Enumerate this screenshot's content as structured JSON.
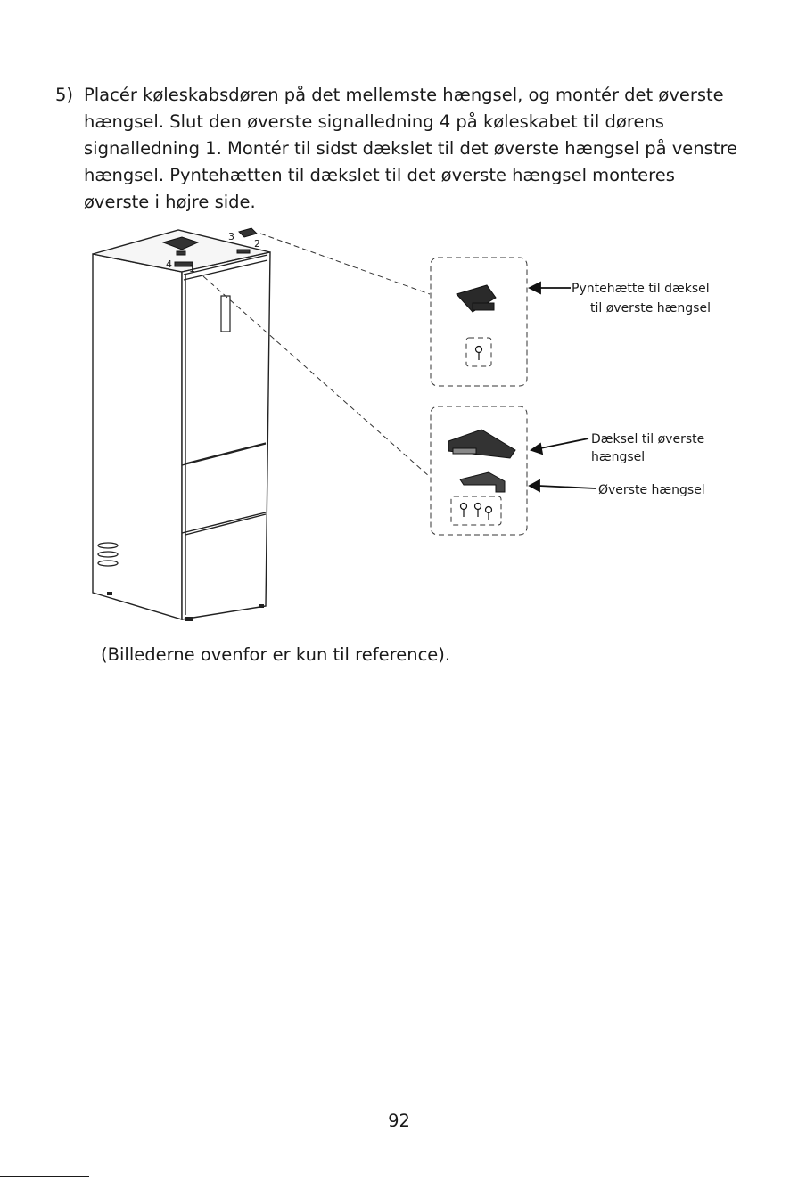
{
  "step": {
    "number": "5)",
    "lines": [
      "Placér køleskabsdøren på det mellemste hængsel, og montér det øverste",
      "hængsel. Slut den øverste signalledning 4 på køleskabet til dørens",
      "signalledning 1. Montér til sidst dækslet til det øverste hængsel på venstre",
      "hængsel. Pyntehætten til dækslet til det øverste hængsel monteres",
      "øverste i højre side."
    ]
  },
  "figure": {
    "callouts": {
      "num3": "3",
      "num2": "2",
      "num4": "4",
      "num1": "1"
    },
    "labels": {
      "cap_line1": "Pyntehætte til dæksel",
      "cap_line2": "til øverste hængsel",
      "cover_line1": "Dæksel til øverste",
      "cover_line2": "hængsel",
      "hinge": "Øverste hængsel"
    }
  },
  "caption": "(Billederne ovenfor er kun til reference).",
  "page_number": "92"
}
